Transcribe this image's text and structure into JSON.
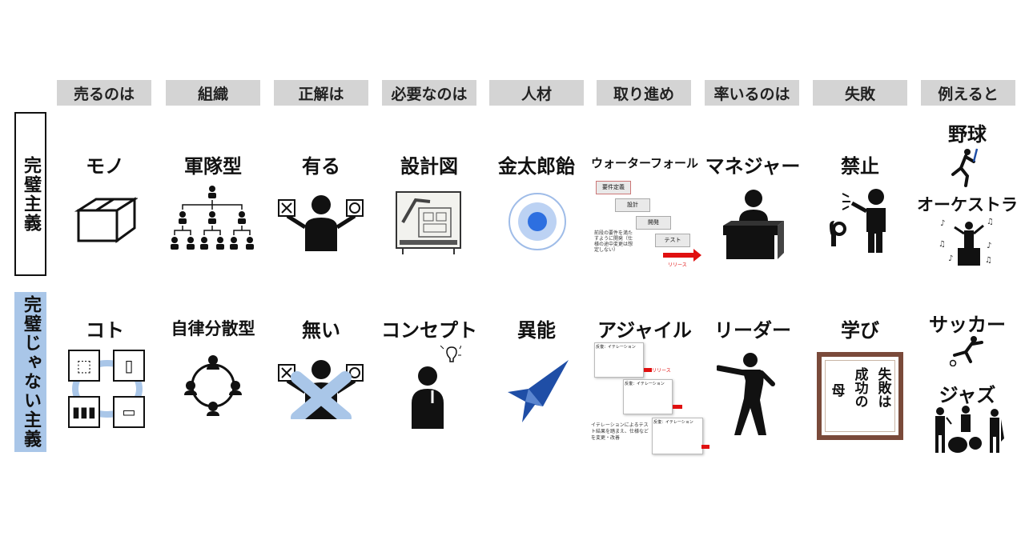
{
  "headers": [
    "売るのは",
    "組織",
    "正解は",
    "必要なのは",
    "人材",
    "取り進め",
    "率いるのは",
    "失敗",
    "例えると"
  ],
  "row_labels": {
    "row1": "完璧主義",
    "row2": "完璧じゃない主義"
  },
  "row1": [
    "モノ",
    "軍隊型",
    "有る",
    "設計図",
    "金太郎飴",
    "ウォーターフォール",
    "マネジャー",
    "禁止"
  ],
  "row2": [
    "コト",
    "自律分散型",
    "無い",
    "コンセプト",
    "異能",
    "アジャイル",
    "リーダー",
    "学び"
  ],
  "examples": {
    "row1": [
      "野球",
      "オーケストラ"
    ],
    "row2": [
      "サッカー",
      "ジャズ"
    ]
  },
  "waterfall_steps": [
    "要件定義",
    "設計",
    "開発",
    "テスト",
    "リリース"
  ],
  "waterfall_note": "前段の要件を満たすように開発（仕様の途中変更は想定しない）",
  "agile_note": "イテレーションによるテスト結果を踏まえ、仕様などを変更・改善",
  "agile_iteration": "反復：イテレーション",
  "agile_release": "リリース",
  "proverb": [
    "失敗は",
    "成功の",
    "母"
  ],
  "colors": {
    "header_bg": "#d4d4d4",
    "row2_label_bg": "#a9c6e8",
    "accent_blue": "#1f4ea6",
    "circle_blue": "#2d6fe0"
  }
}
